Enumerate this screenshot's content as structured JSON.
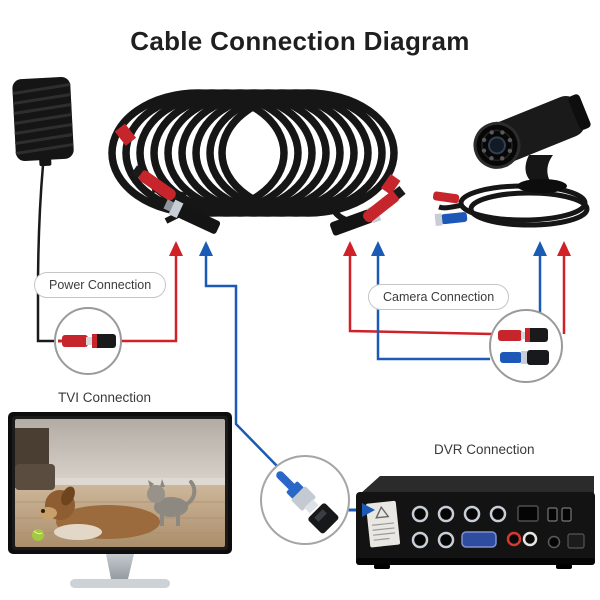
{
  "title": "Cable Connection Diagram",
  "labels": {
    "power": "Power Connection",
    "camera": "Camera Connection",
    "tvi": "TVI Connection",
    "dvr": "DVR Connection"
  },
  "colors": {
    "wire_red": "#cf2127",
    "wire_blue": "#1b5bb5",
    "cable_black": "#161616"
  },
  "icons": {
    "power_adapter": "power-adapter-icon",
    "cable_coil": "cable-coil-icon",
    "camera": "camera-icon",
    "monitor": "monitor-icon",
    "dvr": "dvr-icon",
    "power_connector_zoom": "power-connector-zoom-icon",
    "camera_connector_zoom": "camera-connector-zoom-icon",
    "bnc_connector_zoom": "bnc-connector-zoom-icon"
  }
}
